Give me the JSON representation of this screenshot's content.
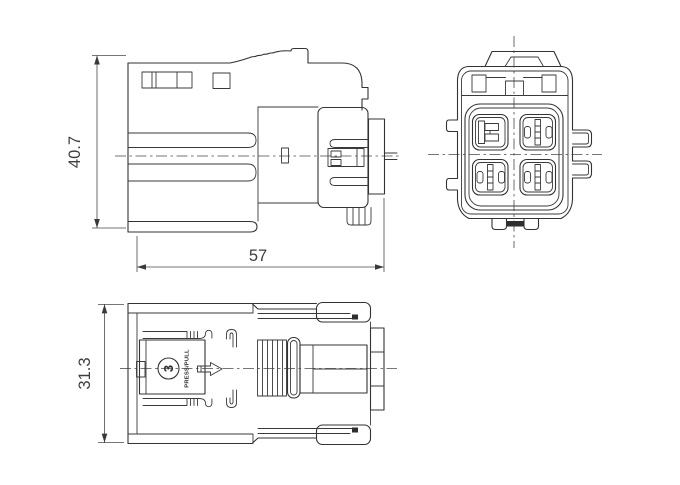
{
  "document": {
    "background_color": "#ffffff",
    "line_color": "#333333",
    "text_color": "#3f3f3f"
  },
  "side_view": {
    "height_dim": "40.7",
    "width_dim": "57"
  },
  "top_view": {
    "height_dim": "31.3",
    "release_button_number": "3",
    "release_button_text": "PRESS/PULL"
  }
}
